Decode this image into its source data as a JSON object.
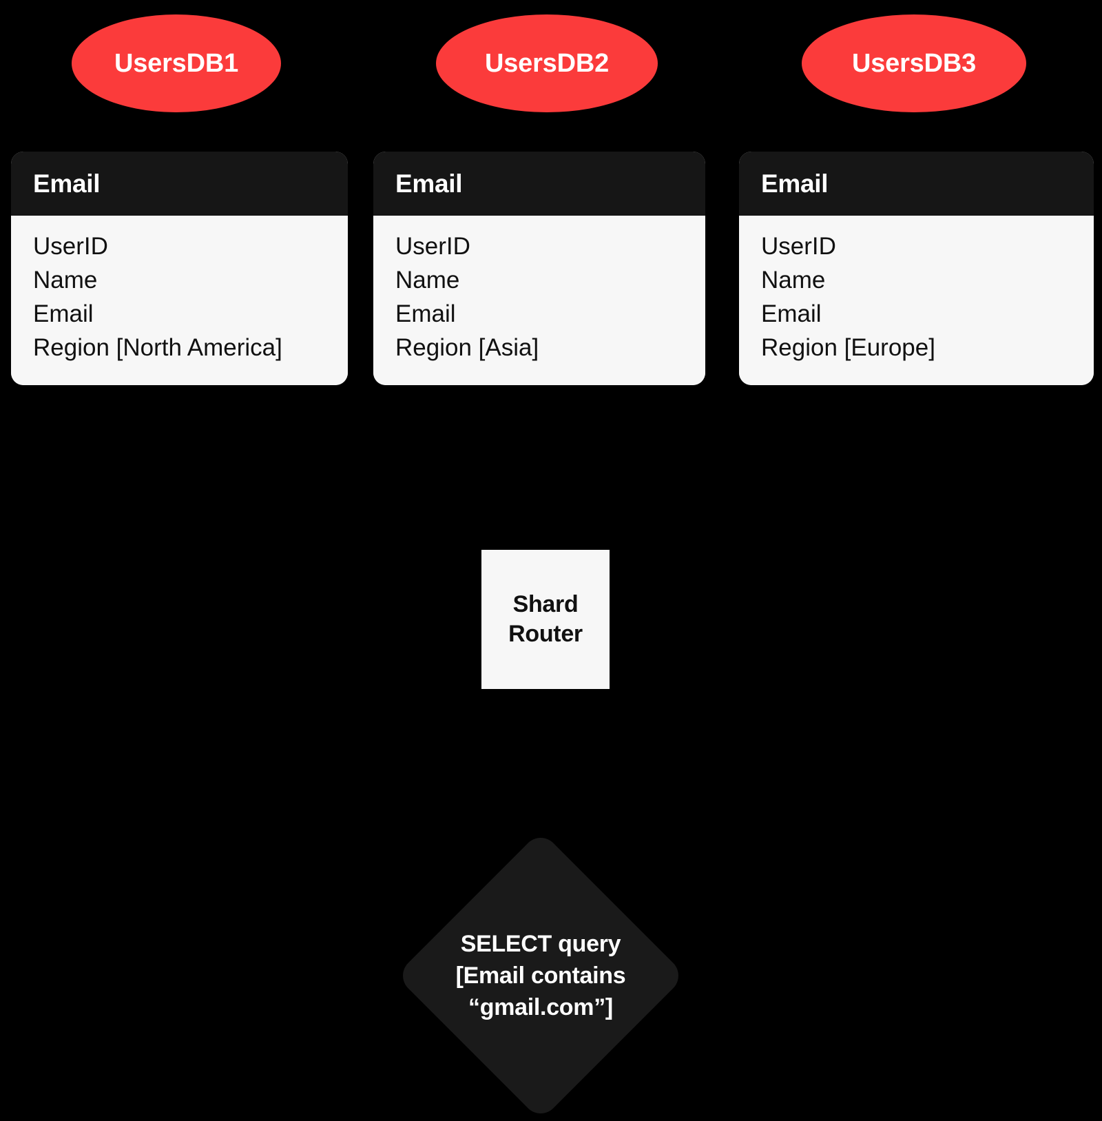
{
  "diagram": {
    "background_color": "#000000",
    "accent_color": "#FB3B3B",
    "card_header_color": "#161616",
    "card_body_color": "#F7F7F7",
    "shard_router_color": "#F7F7F7",
    "query_shape_color": "#1A1A1A"
  },
  "shards": [
    {
      "db_name": "UsersDB1",
      "table_header": "Email",
      "fields": [
        "UserID",
        "Name",
        "Email",
        "Region [North America]"
      ]
    },
    {
      "db_name": "UsersDB2",
      "table_header": "Email",
      "fields": [
        "UserID",
        "Name",
        "Email",
        "Region [Asia]"
      ]
    },
    {
      "db_name": "UsersDB3",
      "table_header": "Email",
      "fields": [
        "UserID",
        "Name",
        "Email",
        "Region [Europe]"
      ]
    }
  ],
  "router": {
    "label": "Shard\nRouter"
  },
  "query": {
    "label": "SELECT query\n[Email contains\n“gmail.com”]"
  }
}
